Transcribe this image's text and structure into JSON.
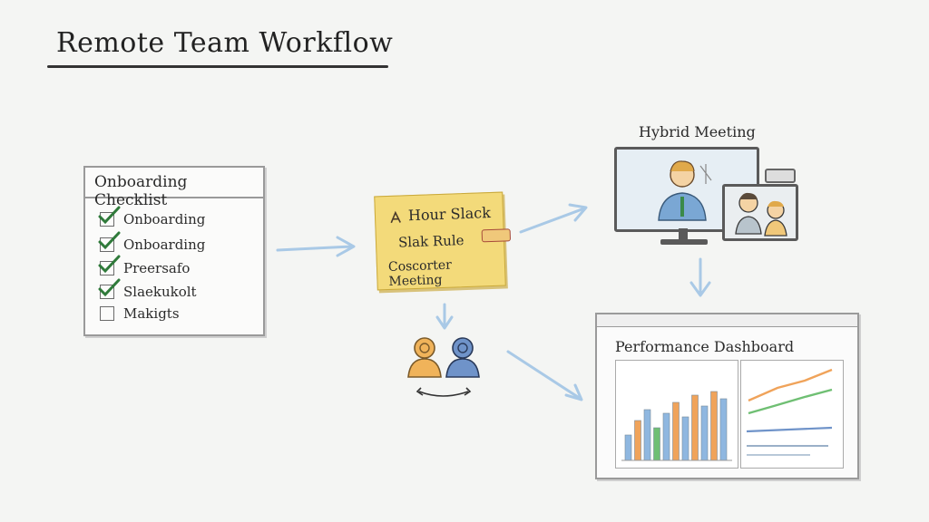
{
  "title": "Remote Team Workflow",
  "checklist": {
    "title": "Onboarding Checklist",
    "items": [
      {
        "label": "Onboarding",
        "checked": true
      },
      {
        "label": "Onboarding",
        "checked": true
      },
      {
        "label": "Preersafo",
        "checked": true
      },
      {
        "label": "Slaekukolt",
        "checked": true
      },
      {
        "label": "Makigts",
        "checked": false
      }
    ]
  },
  "sticky": {
    "line1": "Hour Slack",
    "line2": "Slak Rule",
    "line3": "Coscorter Meeting"
  },
  "meeting": {
    "title": "Hybrid Meeting"
  },
  "dashboard": {
    "title": "Performance Dashboard",
    "chart_values": [
      0.35,
      0.55,
      0.7,
      0.45,
      0.65,
      0.8,
      0.6,
      0.9,
      0.75,
      0.95,
      0.85
    ],
    "bar_colors": [
      "#8fb7e0",
      "#f0a35a",
      "#8fb7e0",
      "#6fbf73",
      "#8fb7e0",
      "#f0a35a",
      "#8fb7e0",
      "#f0a35a",
      "#8fb7e0",
      "#f0a35a",
      "#8fb7e0"
    ]
  },
  "colors": {
    "arrow": "#a9c9e6",
    "check": "#2f7a3a",
    "sticky": "#f3da7a"
  }
}
